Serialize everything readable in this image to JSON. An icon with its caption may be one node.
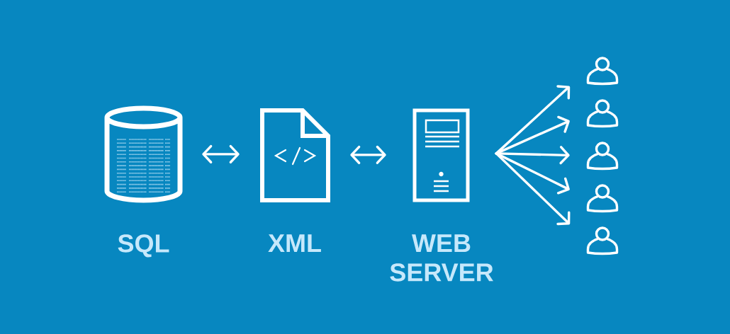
{
  "diagram": {
    "nodes": [
      {
        "text": [
          "SQL"
        ]
      },
      {
        "text": [
          "XML"
        ]
      },
      {
        "text": [
          "WEB SERVER"
        ]
      },
      {
        "text": [],
        "shape": "person"
      },
      {
        "text": [],
        "shape": "person"
      },
      {
        "text": [],
        "shape": "person"
      },
      {
        "text": [],
        "shape": "person"
      },
      {
        "text": [],
        "shape": "person"
      }
    ],
    "edges": [
      {
        "from": 0,
        "to": 1,
        "arrow": "both"
      },
      {
        "from": 1,
        "to": 2,
        "arrow": "both"
      },
      {
        "from": 2,
        "to": 3,
        "arrow": "to"
      },
      {
        "from": 2,
        "to": 4,
        "arrow": "to"
      },
      {
        "from": 2,
        "to": 5,
        "arrow": "to"
      },
      {
        "from": 2,
        "to": 6,
        "arrow": "to"
      },
      {
        "from": 2,
        "to": 7,
        "arrow": "to"
      }
    ]
  }
}
